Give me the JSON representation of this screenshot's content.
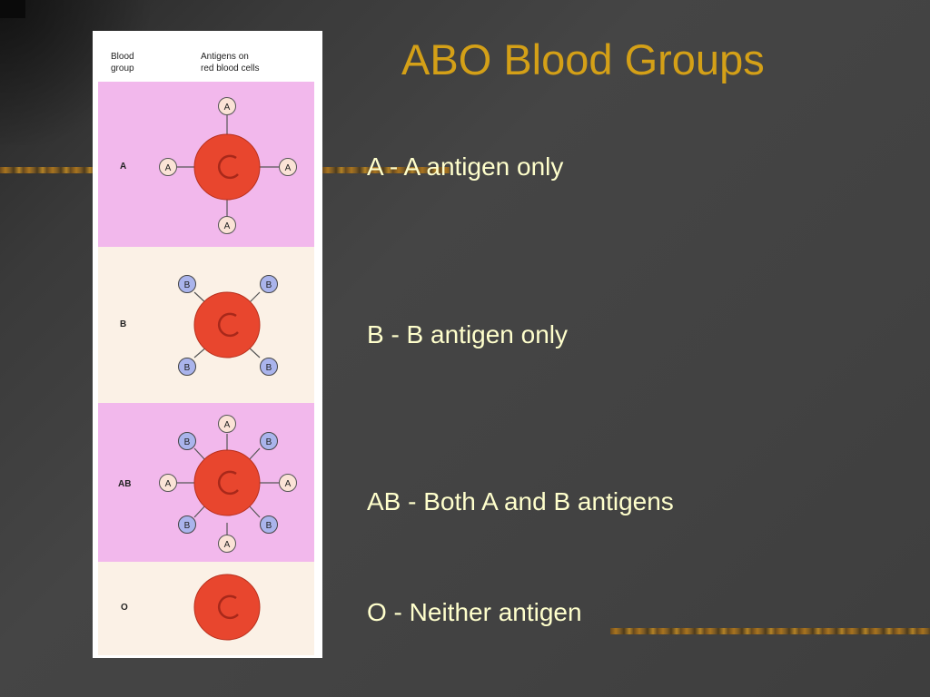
{
  "slide": {
    "title": "ABO Blood Groups",
    "lines": [
      "A - A antigen only",
      "B - B antigen only",
      "AB - Both A and B antigens",
      "O - Neither antigen"
    ]
  },
  "figure": {
    "header_blood_group": [
      "Blood",
      "group"
    ],
    "header_antigens": [
      "Antigens on",
      "red blood cells"
    ],
    "rows": [
      {
        "group": "A",
        "antigens": [
          "A",
          "A",
          "A",
          "A"
        ]
      },
      {
        "group": "B",
        "antigens": [
          "B",
          "B",
          "B",
          "B"
        ]
      },
      {
        "group": "AB",
        "antigens": [
          "A",
          "B",
          "B",
          "A",
          "A",
          "B",
          "B",
          "A"
        ]
      },
      {
        "group": "O",
        "antigens": []
      }
    ]
  },
  "colors": {
    "title": "#d4a017",
    "text": "#ffffcc",
    "pink_band": "#f2b8ec",
    "cream_band": "#fbf1e6",
    "cell": "#e8462e",
    "antigen_a": "#fbe3d6",
    "antigen_b": "#aab4ec"
  }
}
